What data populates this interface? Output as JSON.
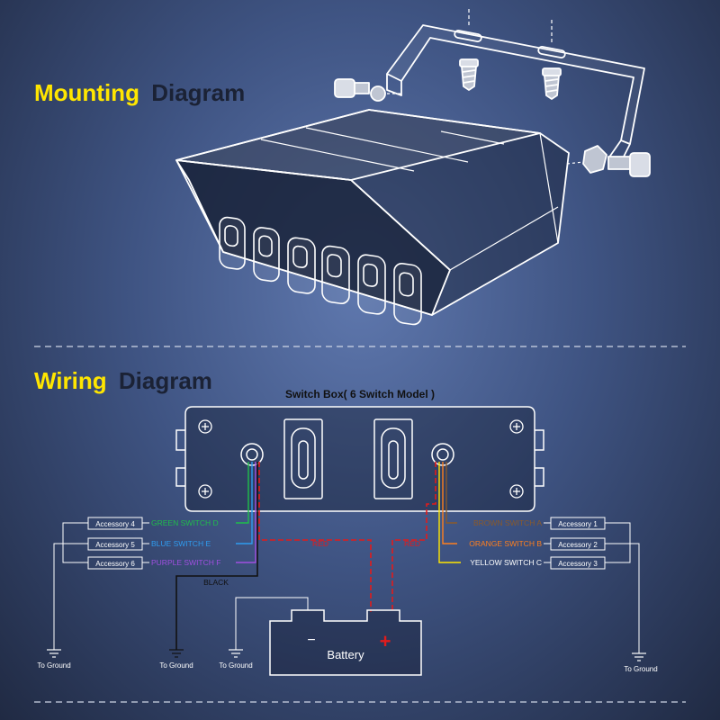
{
  "mounting": {
    "word1": "Mounting",
    "word2": "Diagram"
  },
  "wiring": {
    "word1": "Wiring",
    "word2": "Diagram"
  },
  "switch_box_title": "Switch Box( 6 Switch Model )",
  "left_accessories": [
    {
      "accessory": "Accessory 4",
      "wire": "GREEN SWITCH D",
      "color": "#1fbf4a"
    },
    {
      "accessory": "Accessory 5",
      "wire": "BLUE SWITCH E",
      "color": "#2f9cf0"
    },
    {
      "accessory": "Accessory 6",
      "wire": "PURPLE SWITCH F",
      "color": "#a04fe0"
    }
  ],
  "right_accessories": [
    {
      "accessory": "Accessory 1",
      "wire": "BROWN SWITCH A",
      "color": "#8a5a2b"
    },
    {
      "accessory": "Accessory 2",
      "wire": "ORANGE SWITCH B",
      "color": "#ff7f1e"
    },
    {
      "accessory": "Accessory 3",
      "wire": "YELLOW SWITCH C",
      "color": "#ffffff"
    }
  ],
  "wires": {
    "red": "RED",
    "black": "BLACK"
  },
  "battery": {
    "label": "Battery",
    "minus": "−",
    "plus": "+"
  },
  "ground_label": "To Ground",
  "colors": {
    "accent_yellow": "#ffe600",
    "accent_dark": "#1b2235",
    "wire_red": "#e21b1b",
    "wire_yellow": "#ffe600"
  }
}
